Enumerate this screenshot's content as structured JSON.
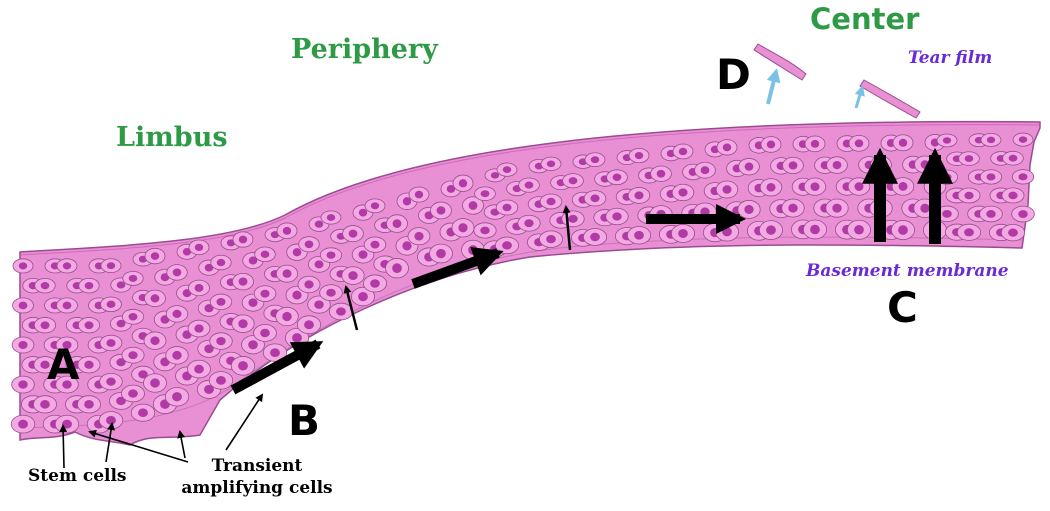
{
  "regions": {
    "limbus": "Limbus",
    "periphery": "Periphery",
    "center": "Center"
  },
  "labels": {
    "tear_film": "Tear film",
    "basement_membrane": "Basement membrane",
    "stem_cells": "Stem cells",
    "transient_line1": "Transient",
    "transient_line2": "amplifying cells"
  },
  "letters": {
    "a": "A",
    "b": "B",
    "c": "C",
    "d": "D"
  },
  "colors": {
    "region_text": "#2e9a46",
    "label_violet": "#6a2bd6",
    "epithelium": "#e98fd4",
    "cell_outline": "#9a4c92",
    "nucleus": "#b23aa6",
    "arrow_blue": "#7cc0e8"
  }
}
